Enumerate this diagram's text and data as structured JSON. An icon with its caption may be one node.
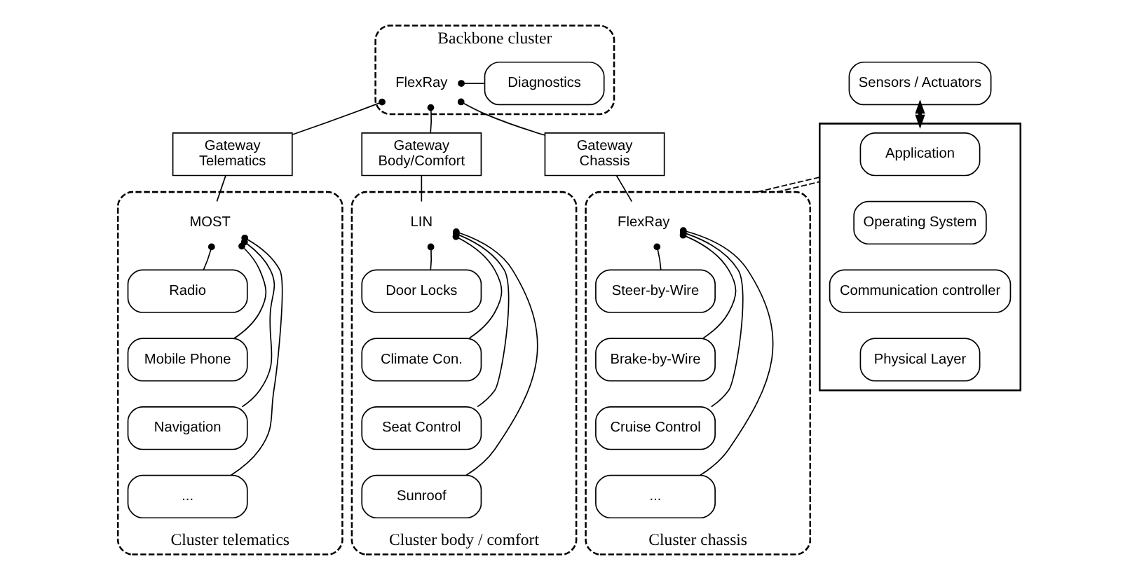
{
  "diagram": {
    "nodes": [
      {
        "text": [
          "Backbone cluster"
        ]
      },
      {
        "text": [
          "Diagnostics"
        ],
        "in": 0
      },
      {
        "text": [
          "FlexRay"
        ],
        "in": 0
      },
      {
        "text": [
          "Gateway",
          "Telematics"
        ]
      },
      {
        "text": [
          "Gateway",
          "Body/Comfort"
        ]
      },
      {
        "text": [
          "Gateway",
          "Chassis"
        ]
      },
      {
        "text": [
          "Cluster telematics"
        ]
      },
      {
        "text": [
          "MOST"
        ],
        "in": 6
      },
      {
        "text": [
          "Radio"
        ],
        "in": 6
      },
      {
        "text": [
          "Mobile Phone"
        ],
        "in": 6
      },
      {
        "text": [
          "Navigation"
        ],
        "in": 6
      },
      {
        "text": [
          "..."
        ],
        "in": 6
      },
      {
        "text": [
          "Cluster body / comfort"
        ]
      },
      {
        "text": [
          "LIN"
        ],
        "in": 12
      },
      {
        "text": [
          "Door Locks"
        ],
        "in": 12
      },
      {
        "text": [
          "Climate Con."
        ],
        "in": 12
      },
      {
        "text": [
          "Seat Control"
        ],
        "in": 12
      },
      {
        "text": [
          "Sunroof"
        ],
        "in": 12
      },
      {
        "text": [
          "Cluster chassis"
        ]
      },
      {
        "text": [
          "FlexRay"
        ],
        "in": 18
      },
      {
        "text": [
          "Steer-by-Wire"
        ],
        "in": 18
      },
      {
        "text": [
          "Brake-by-Wire"
        ],
        "in": 18
      },
      {
        "text": [
          "Cruise Control"
        ],
        "in": 18
      },
      {
        "text": [
          "..."
        ],
        "in": 18
      },
      {
        "text": [
          "Sensors / Actuators"
        ]
      },
      {
        "text": [],
        "shape": "box"
      },
      {
        "text": [
          "Application"
        ],
        "in": 25
      },
      {
        "text": [
          "Operating System"
        ],
        "in": 25
      },
      {
        "text": [
          "Communication controller"
        ],
        "in": 25
      },
      {
        "text": [
          "Physical Layer"
        ],
        "in": 25
      }
    ],
    "edges": [
      {
        "from": 1,
        "to": 2,
        "arrow": "other"
      },
      {
        "from": 3,
        "to": 2,
        "arrow": "other"
      },
      {
        "from": 4,
        "to": 2,
        "arrow": "other"
      },
      {
        "from": 5,
        "to": 2,
        "arrow": "other"
      },
      {
        "from": 3,
        "to": 7,
        "arrow": "none"
      },
      {
        "from": 8,
        "to": 7,
        "arrow": "other"
      },
      {
        "from": 9,
        "to": 7,
        "arrow": "other"
      },
      {
        "from": 10,
        "to": 7,
        "arrow": "other"
      },
      {
        "from": 11,
        "to": 7,
        "arrow": "other"
      },
      {
        "from": 4,
        "to": 13,
        "arrow": "none"
      },
      {
        "from": 14,
        "to": 13,
        "arrow": "other"
      },
      {
        "from": 15,
        "to": 13,
        "arrow": "other"
      },
      {
        "from": 16,
        "to": 13,
        "arrow": "other"
      },
      {
        "from": 17,
        "to": 13,
        "arrow": "other"
      },
      {
        "from": 5,
        "to": 19,
        "arrow": "none"
      },
      {
        "from": 20,
        "to": 19,
        "arrow": "other"
      },
      {
        "from": 21,
        "to": 19,
        "arrow": "other"
      },
      {
        "from": 22,
        "to": 19,
        "arrow": "other"
      },
      {
        "from": 23,
        "to": 19,
        "arrow": "other"
      },
      {
        "from": 24,
        "to": 25,
        "arrow": "both",
        "style": "thick"
      },
      {
        "from": 18,
        "to": 25,
        "arrow": "none",
        "style": "dashed"
      },
      {
        "from": 18,
        "to": 25,
        "arrow": "none",
        "style": "dashed"
      }
    ]
  }
}
